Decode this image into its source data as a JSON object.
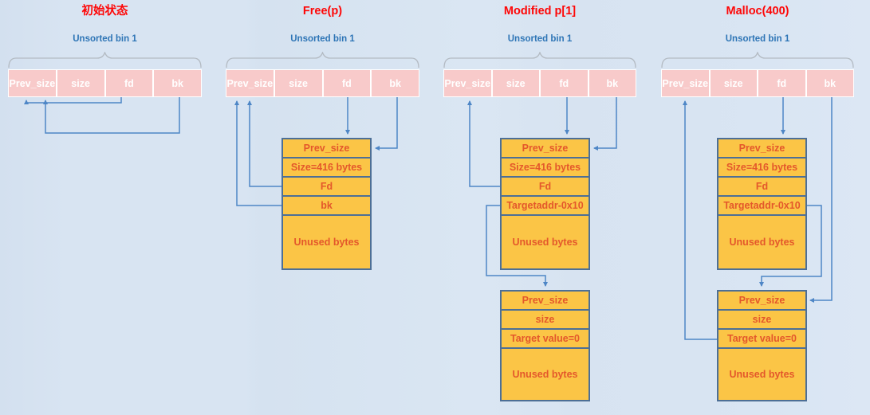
{
  "columns": [
    {
      "title": "初始状态",
      "bin_label": "Unsorted bin 1",
      "bin_cells": [
        "Prev_size",
        "size",
        "fd",
        "bk"
      ],
      "chunks": []
    },
    {
      "title": "Free(p)",
      "bin_label": "Unsorted bin 1",
      "bin_cells": [
        "Prev_size",
        "size",
        "fd",
        "bk"
      ],
      "chunks": [
        {
          "rows": [
            "Prev_size",
            "Size=416 bytes",
            "Fd",
            "bk"
          ],
          "unused": "Unused bytes"
        }
      ]
    },
    {
      "title": "Modified p[1]",
      "bin_label": "Unsorted bin 1",
      "bin_cells": [
        "Prev_size",
        "size",
        "fd",
        "bk"
      ],
      "chunks": [
        {
          "rows": [
            "Prev_size",
            "Size=416 bytes",
            "Fd",
            "Targetaddr-0x10"
          ],
          "unused": "Unused bytes"
        },
        {
          "rows": [
            "Prev_size",
            "size",
            "Target value=0"
          ],
          "unused": "Unused bytes"
        }
      ]
    },
    {
      "title": "Malloc(400)",
      "bin_label": "Unsorted bin 1",
      "bin_cells": [
        "Prev_size",
        "size",
        "fd",
        "bk"
      ],
      "chunks": [
        {
          "rows": [
            "Prev_size",
            "Size=416 bytes",
            "Fd",
            "Targetaddr-0x10"
          ],
          "unused": "Unused bytes"
        },
        {
          "rows": [
            "Prev_size",
            "size",
            "Target value=0"
          ],
          "unused": "Unused bytes"
        }
      ]
    }
  ],
  "colors": {
    "title_red": "#fe0606",
    "bin_label_blue": "#2e75b6",
    "bin_cell_pink": "#f8caca",
    "bin_cell_text": "#ffffff",
    "chunk_fill_yellow": "#fbc546",
    "chunk_border_blue": "#4d6f96",
    "chunk_text_orange": "#e4582b",
    "arrow_blue": "#4e86c6",
    "brace_gray": "#b3bac2",
    "background_blue": "#d8e4f2"
  }
}
